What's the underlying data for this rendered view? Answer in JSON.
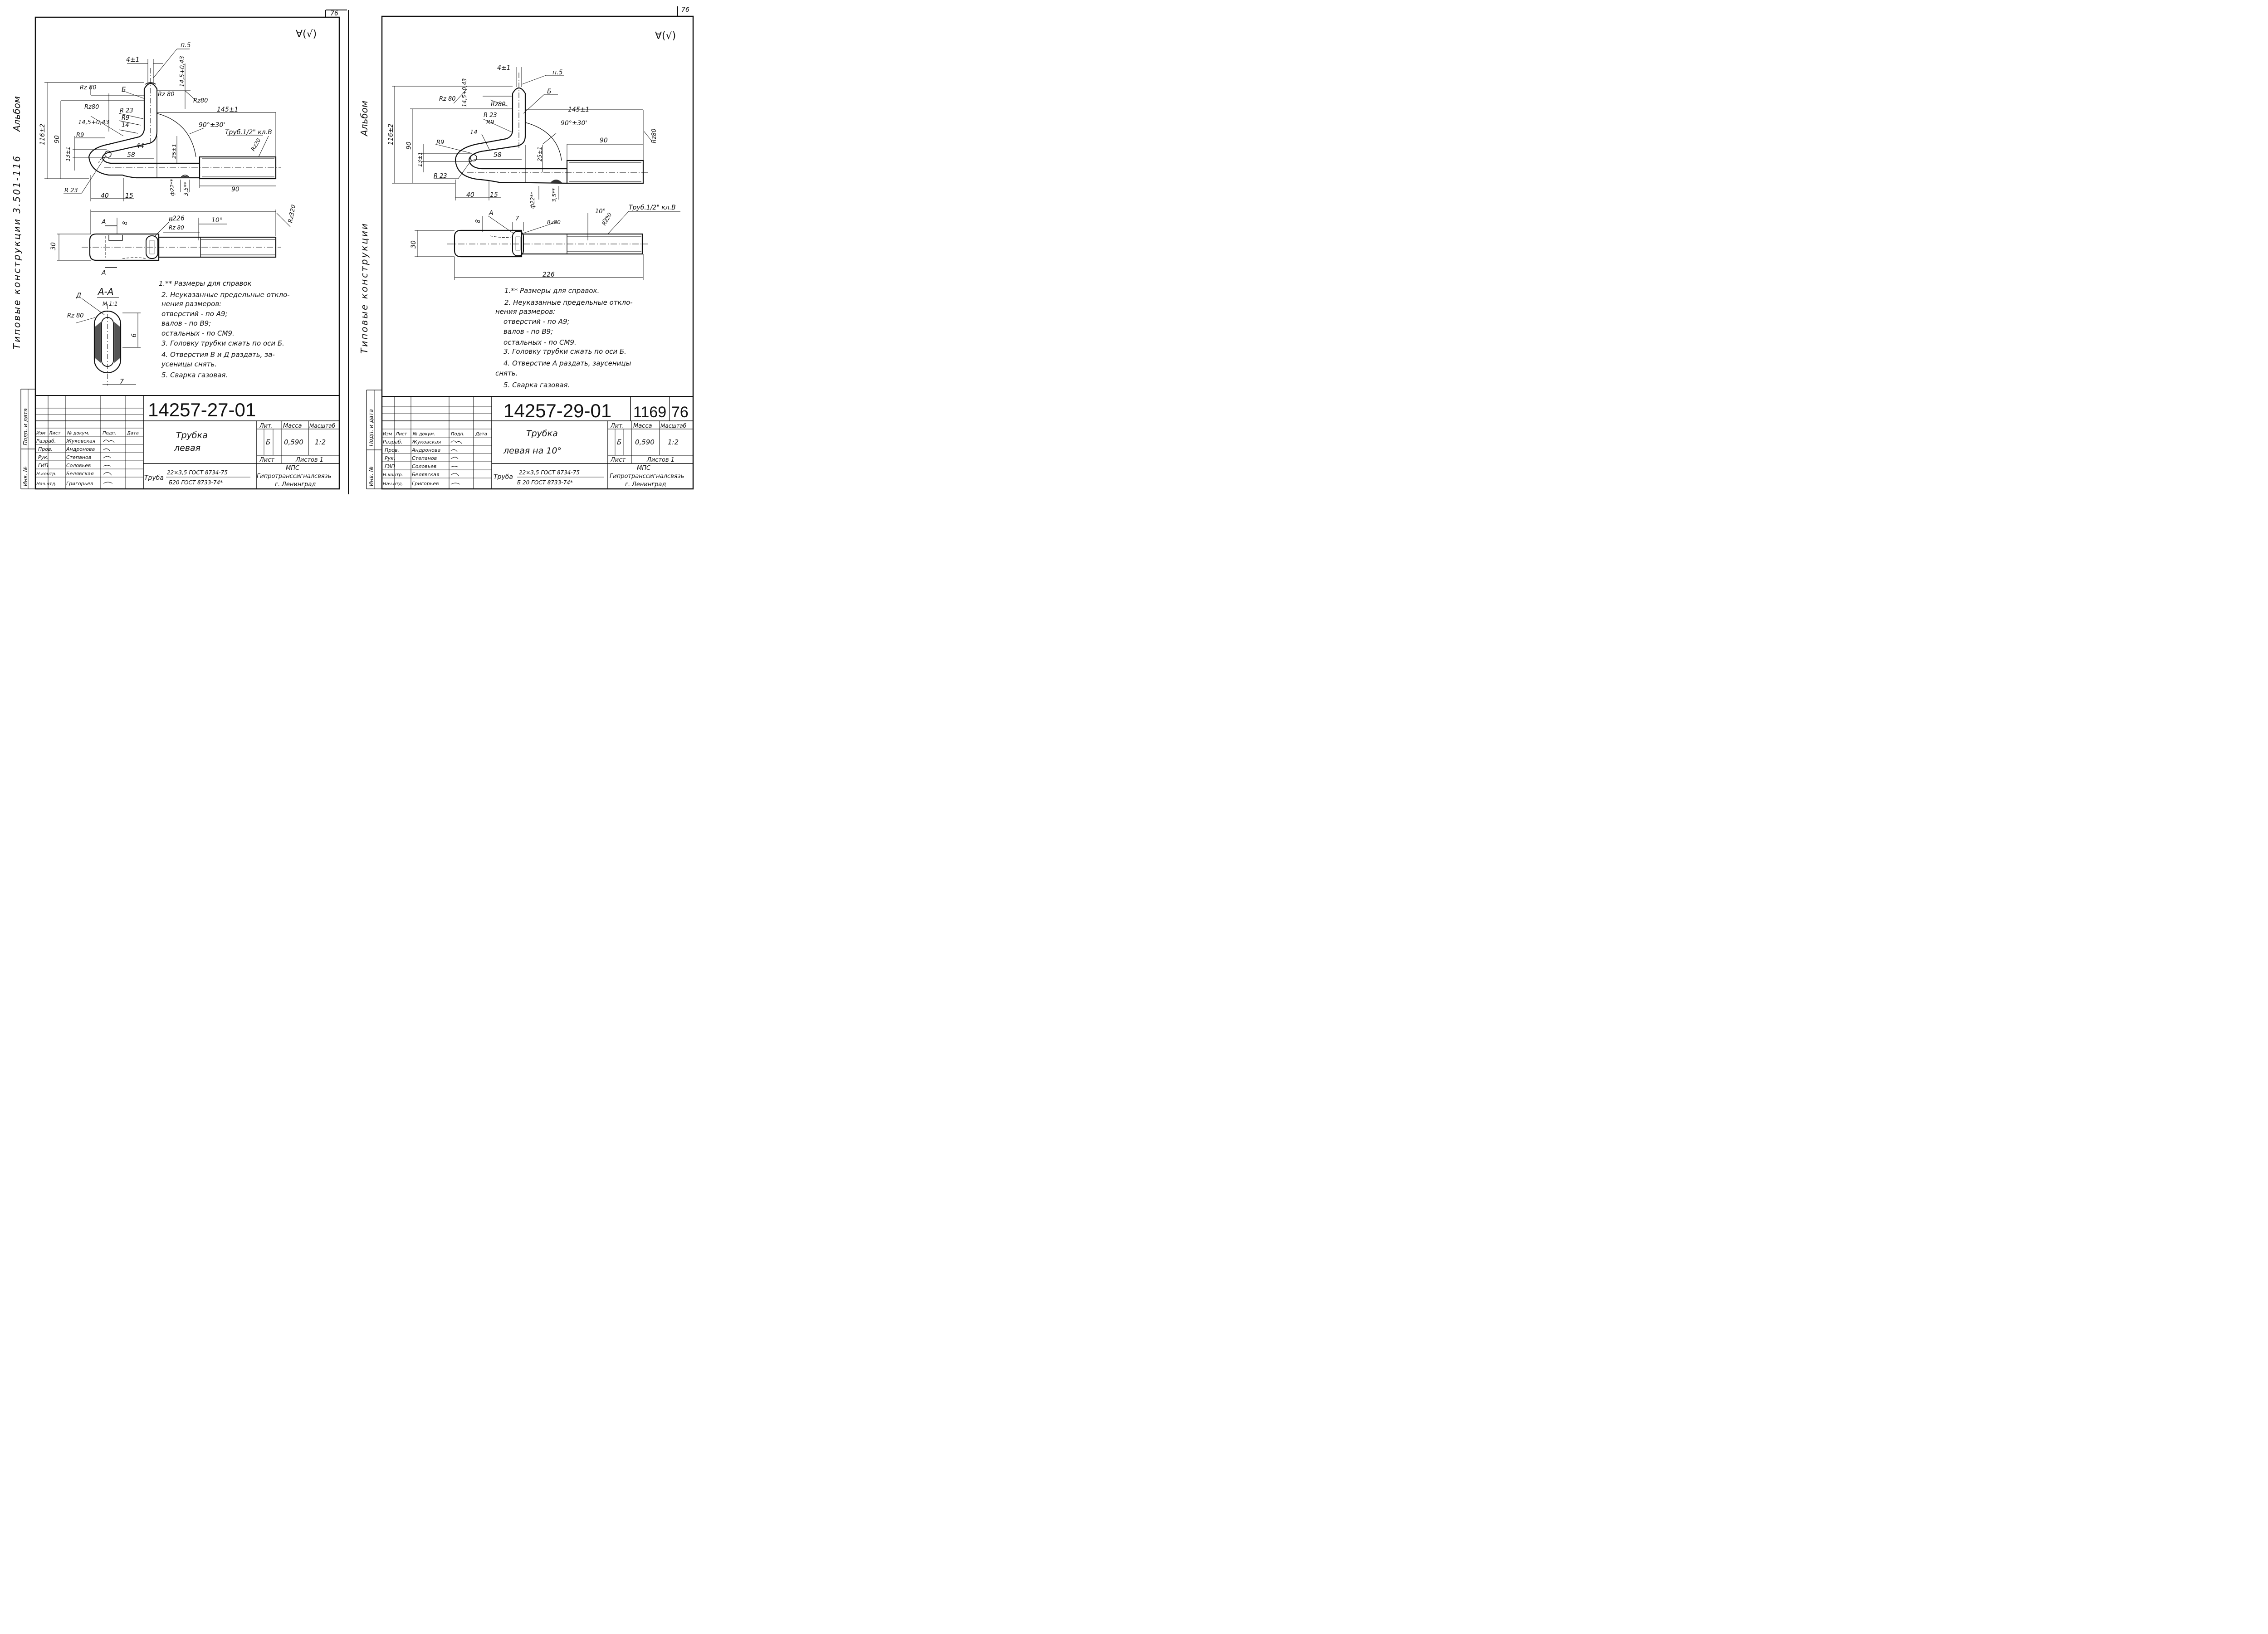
{
  "sheets": [
    {
      "page_number": "76",
      "roughness_mark": "∀(√)",
      "album_text": "Альбом",
      "series_text": "Типовые   конструкции  3.501-116",
      "drawing_number": "14257-27-01",
      "title": "Трубка\nлевая",
      "material": {
        "prefix": "Труба",
        "line1": "22×3,5 ГОСТ 8734-75",
        "line2": "Б20 ГОСТ 8733-74*"
      },
      "lit_value": "Б",
      "mass": "0,590",
      "scale": "1:2",
      "sheets_total": "Листов 1",
      "organization": [
        "МПС",
        "Гипротранссигналсвязь",
        "г. Ленинград"
      ],
      "section_label": "А-А",
      "section_scale": "М 1:1",
      "notes": [
        "1.** Размеры для справок",
        "2. Неуказанные предельные откло-",
        "нения размеров:",
        "отверстий    - по А9;",
        "валов           - по В9;",
        "остальных   - по СМ9.",
        "3. Головку трубки сжать по оси Б.",
        "4. Отверстия В и Д раздать, за-",
        "усеницы снять.",
        "5. Сварка газовая."
      ],
      "dims": {
        "d4": "4±1",
        "p5": "п.5",
        "d145t": "14,5+0,43",
        "rz80": "Rz 80",
        "b": "Б",
        "d145": "145±1",
        "rz80b": "Rz80",
        "r23": "R 23",
        "r9": "R9",
        "d14": "14",
        "ang": "90°±30'",
        "pipe": "Труб.1/2\" кл.В",
        "d116": "116±2",
        "d90v": "90",
        "d13": "13±1",
        "d44": "44",
        "d58": "58",
        "d25": "25±1",
        "rz20": "Rz20",
        "d22": "ф22**",
        "d35": "3,5**",
        "d90h": "90",
        "d40": "40",
        "d15": "15",
        "d226": "226",
        "rz320": "Rz320",
        "a": "А",
        "d8": "8",
        "v": "В",
        "d10": "10°",
        "d30": "30",
        "dd": "Д",
        "d6": "6",
        "d7": "7"
      }
    },
    {
      "page_number": "76",
      "roughness_mark": "∀(√)",
      "album_text": "Альбом",
      "series_text": "Типовые    конструкции",
      "drawing_number": "14257-29-01",
      "doc_code": "1169",
      "doc_sheet": "76",
      "title": "Трубка\nлевая на 10°",
      "material": {
        "prefix": "Труба",
        "line1": "22×3,5 ГОСТ 8734-75",
        "line2": "Б 20 ГОСТ 8733-74*"
      },
      "lit_value": "Б",
      "mass": "0,590",
      "scale": "1:2",
      "sheets_total": "Листов 1",
      "organization": [
        "МПС",
        "Гипротранссигналсвязь",
        "г. Ленинград"
      ],
      "notes": [
        "1.** Размеры для справок.",
        "2. Неуказанные предельные откло-",
        "нения размеров:",
        "отверстий    - по А9;",
        "валов           - по В9;",
        "остальных   - по СМ9.",
        "3. Головку трубки сжать по оси Б.",
        "4. Отверстие А раздать, заусеницы",
        "снять.",
        "5. Сварка газовая."
      ],
      "dims": {
        "d4": "4±1",
        "p5": "п.5",
        "d145t": "14,5+0,43",
        "rz80": "Rz 80",
        "b": "Б",
        "d145": "145±1",
        "rz80b": "Rz80",
        "r23": "R 23",
        "r9": "R9",
        "d14": "14",
        "ang": "90°±30'",
        "pipe": "Труб.1/2\" кл.В",
        "d116": "116±2",
        "d90v": "90",
        "d13": "13±1",
        "d58": "58",
        "d25": "25±1",
        "rz80c": "Rz80",
        "d22": "ф22**",
        "d35": "3,5**",
        "d90h": "90",
        "d40": "40",
        "d15": "15",
        "d226": "226",
        "a": "А",
        "d8": "8",
        "d7": "7",
        "d10": "10°",
        "rz20": "Rz20",
        "d30": "30",
        "r9b": "R9",
        "r23b": "R 23"
      }
    }
  ],
  "title_block": {
    "col_headers": [
      "Изм",
      "Лист",
      "№ докум.",
      "Подп.",
      "Дата"
    ],
    "rows": [
      {
        "role": "Разраб.",
        "name": "Жуковская"
      },
      {
        "role": "Пров.",
        "name": "Андронова"
      },
      {
        "role": "Рук.",
        "name": "Степанов"
      },
      {
        "role": "ГИП",
        "name": "Соловьев"
      },
      {
        "role": "Н.контр.",
        "name": "Белявская"
      },
      {
        "role": "Нач.отд.",
        "name": "Григорьев"
      }
    ],
    "lit_header": "Лит.",
    "mass_header": "Масса",
    "scale_header": "Масштаб",
    "sheet_header": "Лист",
    "side_inv": "Инв. №",
    "side_sign": "Подп. и дата"
  }
}
